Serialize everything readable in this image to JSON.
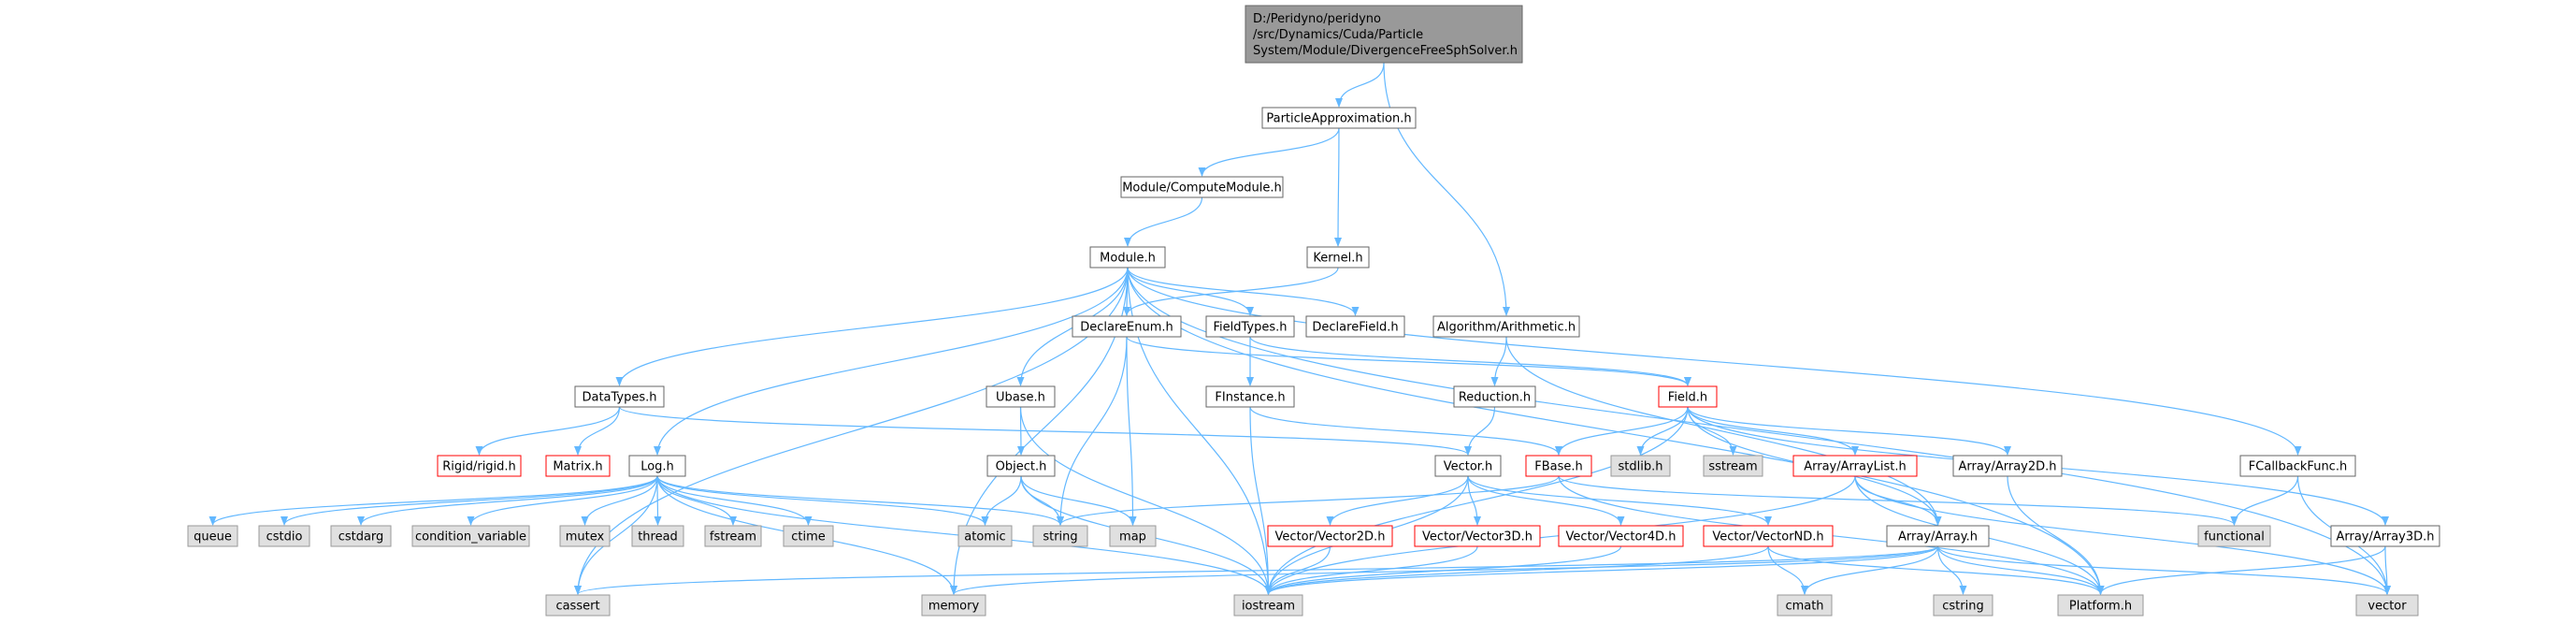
{
  "graph": {
    "colors": {
      "edge": "#63b8ff",
      "root_fill": "#999999",
      "header_fill": "#ffffff",
      "header_border": "#666666",
      "truncated_border": "#ff0000",
      "system_fill": "#e0e0e0",
      "system_border": "#999999"
    },
    "nodes": [
      {
        "id": "root",
        "kind": "root",
        "lines": [
          "D:/Peridyno/peridyno",
          "/src/Dynamics/Cuda/Particle",
          "System/Module/DivergenceFreeSphSolver.h"
        ]
      },
      {
        "id": "particle_approx",
        "kind": "header",
        "lines": [
          "ParticleApproximation.h"
        ]
      },
      {
        "id": "compute_module",
        "kind": "header",
        "lines": [
          "Module/ComputeModule.h"
        ]
      },
      {
        "id": "module",
        "kind": "header",
        "lines": [
          "Module.h"
        ]
      },
      {
        "id": "kernel",
        "kind": "header",
        "lines": [
          "Kernel.h"
        ]
      },
      {
        "id": "declare_enum",
        "kind": "header",
        "lines": [
          "DeclareEnum.h"
        ]
      },
      {
        "id": "field_types",
        "kind": "header",
        "lines": [
          "FieldTypes.h"
        ]
      },
      {
        "id": "declare_field",
        "kind": "header",
        "lines": [
          "DeclareField.h"
        ]
      },
      {
        "id": "arithmetic",
        "kind": "header",
        "lines": [
          "Algorithm/Arithmetic.h"
        ]
      },
      {
        "id": "data_types",
        "kind": "header",
        "lines": [
          "DataTypes.h"
        ]
      },
      {
        "id": "ubase",
        "kind": "header",
        "lines": [
          "Ubase.h"
        ]
      },
      {
        "id": "finstance",
        "kind": "header",
        "lines": [
          "FInstance.h"
        ]
      },
      {
        "id": "reduction",
        "kind": "header",
        "lines": [
          "Reduction.h"
        ]
      },
      {
        "id": "field",
        "kind": "truncated",
        "lines": [
          "Field.h"
        ]
      },
      {
        "id": "rigid",
        "kind": "truncated",
        "lines": [
          "Rigid/rigid.h"
        ]
      },
      {
        "id": "matrix",
        "kind": "truncated",
        "lines": [
          "Matrix.h"
        ]
      },
      {
        "id": "log",
        "kind": "header",
        "lines": [
          "Log.h"
        ]
      },
      {
        "id": "object",
        "kind": "header",
        "lines": [
          "Object.h"
        ]
      },
      {
        "id": "vector_h",
        "kind": "header",
        "lines": [
          "Vector.h"
        ]
      },
      {
        "id": "fbase",
        "kind": "truncated",
        "lines": [
          "FBase.h"
        ]
      },
      {
        "id": "stdlib",
        "kind": "system",
        "lines": [
          "stdlib.h"
        ]
      },
      {
        "id": "sstream",
        "kind": "system",
        "lines": [
          "sstream"
        ]
      },
      {
        "id": "array_list",
        "kind": "truncated",
        "lines": [
          "Array/ArrayList.h"
        ]
      },
      {
        "id": "array2d",
        "kind": "header",
        "lines": [
          "Array/Array2D.h"
        ]
      },
      {
        "id": "fcallback",
        "kind": "header",
        "lines": [
          "FCallbackFunc.h"
        ]
      },
      {
        "id": "queue",
        "kind": "system",
        "lines": [
          "queue"
        ]
      },
      {
        "id": "cstdio",
        "kind": "system",
        "lines": [
          "cstdio"
        ]
      },
      {
        "id": "cstdarg",
        "kind": "system",
        "lines": [
          "cstdarg"
        ]
      },
      {
        "id": "condvar",
        "kind": "system",
        "lines": [
          "condition_variable"
        ]
      },
      {
        "id": "mutex",
        "kind": "system",
        "lines": [
          "mutex"
        ]
      },
      {
        "id": "thread",
        "kind": "system",
        "lines": [
          "thread"
        ]
      },
      {
        "id": "fstream",
        "kind": "system",
        "lines": [
          "fstream"
        ]
      },
      {
        "id": "ctime",
        "kind": "system",
        "lines": [
          "ctime"
        ]
      },
      {
        "id": "atomic",
        "kind": "system",
        "lines": [
          "atomic"
        ]
      },
      {
        "id": "string",
        "kind": "system",
        "lines": [
          "string"
        ]
      },
      {
        "id": "map",
        "kind": "system",
        "lines": [
          "map"
        ]
      },
      {
        "id": "vec2d",
        "kind": "truncated",
        "lines": [
          "Vector/Vector2D.h"
        ]
      },
      {
        "id": "vec3d",
        "kind": "truncated",
        "lines": [
          "Vector/Vector3D.h"
        ]
      },
      {
        "id": "vec4d",
        "kind": "truncated",
        "lines": [
          "Vector/Vector4D.h"
        ]
      },
      {
        "id": "vecnd",
        "kind": "truncated",
        "lines": [
          "Vector/VectorND.h"
        ]
      },
      {
        "id": "array_h",
        "kind": "header",
        "lines": [
          "Array/Array.h"
        ]
      },
      {
        "id": "functional",
        "kind": "system",
        "lines": [
          "functional"
        ]
      },
      {
        "id": "array3d",
        "kind": "header",
        "lines": [
          "Array/Array3D.h"
        ]
      },
      {
        "id": "cassert",
        "kind": "system",
        "lines": [
          "cassert"
        ]
      },
      {
        "id": "memory",
        "kind": "system",
        "lines": [
          "memory"
        ]
      },
      {
        "id": "iostream",
        "kind": "system",
        "lines": [
          "iostream"
        ]
      },
      {
        "id": "cmath",
        "kind": "system",
        "lines": [
          "cmath"
        ]
      },
      {
        "id": "cstring",
        "kind": "system",
        "lines": [
          "cstring"
        ]
      },
      {
        "id": "platform",
        "kind": "system",
        "lines": [
          "Platform.h"
        ]
      },
      {
        "id": "vector_std",
        "kind": "system",
        "lines": [
          "vector"
        ]
      }
    ],
    "edges": [
      [
        "root",
        "particle_approx"
      ],
      [
        "root",
        "arithmetic"
      ],
      [
        "particle_approx",
        "compute_module"
      ],
      [
        "particle_approx",
        "kernel"
      ],
      [
        "compute_module",
        "module"
      ],
      [
        "module",
        "declare_enum"
      ],
      [
        "module",
        "field_types"
      ],
      [
        "module",
        "declare_field"
      ],
      [
        "module",
        "data_types"
      ],
      [
        "module",
        "ubase"
      ],
      [
        "module",
        "log"
      ],
      [
        "module",
        "iostream"
      ],
      [
        "module",
        "cassert"
      ],
      [
        "module",
        "memory"
      ],
      [
        "module",
        "platform"
      ],
      [
        "module",
        "vector_std"
      ],
      [
        "module",
        "fcallback"
      ],
      [
        "kernel",
        "declare_enum"
      ],
      [
        "declare_enum",
        "field"
      ],
      [
        "declare_enum",
        "string"
      ],
      [
        "declare_enum",
        "map"
      ],
      [
        "field_types",
        "finstance"
      ],
      [
        "field_types",
        "field"
      ],
      [
        "arithmetic",
        "reduction"
      ],
      [
        "arithmetic",
        "array_h"
      ],
      [
        "data_types",
        "rigid"
      ],
      [
        "data_types",
        "matrix"
      ],
      [
        "data_types",
        "vector_h"
      ],
      [
        "ubase",
        "object"
      ],
      [
        "ubase",
        "iostream"
      ],
      [
        "finstance",
        "fbase"
      ],
      [
        "finstance",
        "iostream"
      ],
      [
        "reduction",
        "vector_h"
      ],
      [
        "field",
        "fbase"
      ],
      [
        "field",
        "stdlib"
      ],
      [
        "field",
        "sstream"
      ],
      [
        "field",
        "array_list"
      ],
      [
        "field",
        "array2d"
      ],
      [
        "field",
        "array3d"
      ],
      [
        "field",
        "array_h"
      ],
      [
        "field",
        "iostream"
      ],
      [
        "log",
        "queue"
      ],
      [
        "log",
        "cstdio"
      ],
      [
        "log",
        "cstdarg"
      ],
      [
        "log",
        "condvar"
      ],
      [
        "log",
        "mutex"
      ],
      [
        "log",
        "thread"
      ],
      [
        "log",
        "fstream"
      ],
      [
        "log",
        "ctime"
      ],
      [
        "log",
        "atomic"
      ],
      [
        "log",
        "string"
      ],
      [
        "log",
        "cassert"
      ],
      [
        "log",
        "memory"
      ],
      [
        "log",
        "iostream"
      ],
      [
        "object",
        "atomic"
      ],
      [
        "object",
        "string"
      ],
      [
        "object",
        "map"
      ],
      [
        "object",
        "iostream"
      ],
      [
        "vector_h",
        "vec2d"
      ],
      [
        "vector_h",
        "vec3d"
      ],
      [
        "vector_h",
        "vec4d"
      ],
      [
        "vector_h",
        "vecnd"
      ],
      [
        "vector_h",
        "iostream"
      ],
      [
        "fbase",
        "string"
      ],
      [
        "fbase",
        "functional"
      ],
      [
        "fbase",
        "platform"
      ],
      [
        "array_list",
        "array_h"
      ],
      [
        "array_list",
        "platform"
      ],
      [
        "array_list",
        "vector_std"
      ],
      [
        "array_list",
        "iostream"
      ],
      [
        "array2d",
        "platform"
      ],
      [
        "fcallback",
        "functional"
      ],
      [
        "fcallback",
        "vector_std"
      ],
      [
        "vec2d",
        "iostream"
      ],
      [
        "vec3d",
        "iostream"
      ],
      [
        "vec4d",
        "iostream"
      ],
      [
        "vecnd",
        "cmath"
      ],
      [
        "vecnd",
        "platform"
      ],
      [
        "vecnd",
        "iostream"
      ],
      [
        "array_h",
        "cassert"
      ],
      [
        "array_h",
        "memory"
      ],
      [
        "array_h",
        "iostream"
      ],
      [
        "array_h",
        "cmath"
      ],
      [
        "array_h",
        "cstring"
      ],
      [
        "array_h",
        "platform"
      ],
      [
        "array_h",
        "vector_std"
      ],
      [
        "array3d",
        "platform"
      ],
      [
        "array3d",
        "vector_std"
      ]
    ]
  }
}
